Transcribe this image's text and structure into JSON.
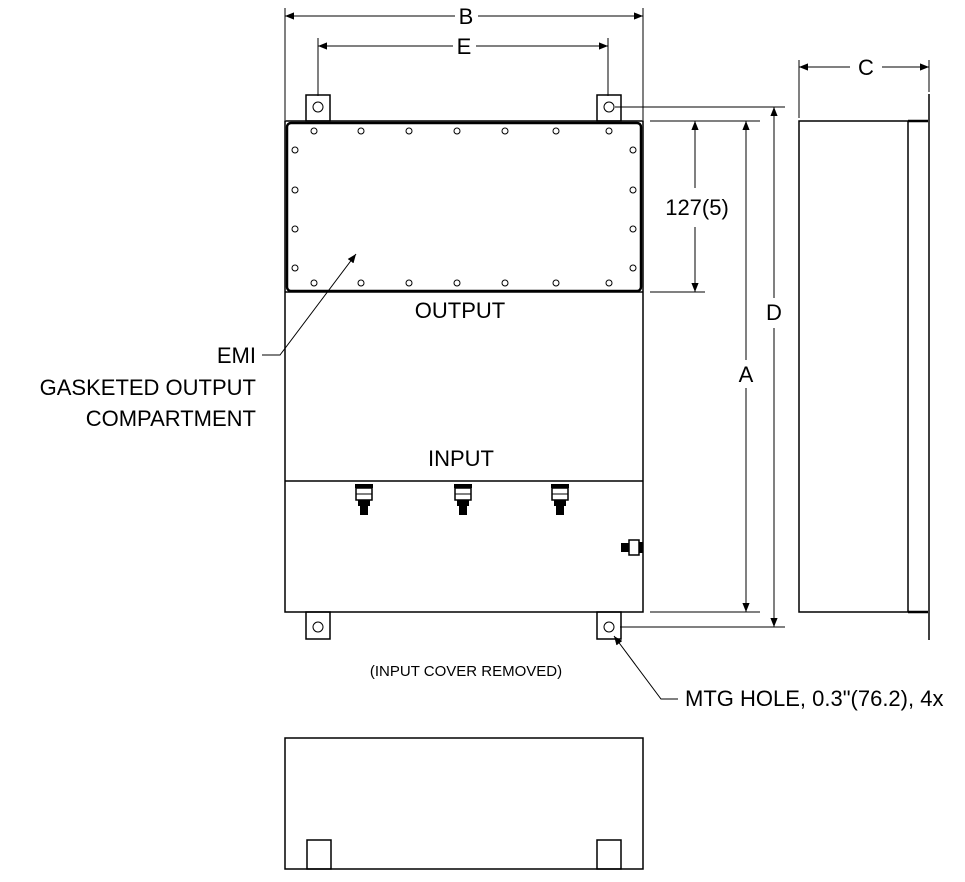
{
  "dimensions": {
    "b_label": "B",
    "e_label": "E",
    "c_label": "C",
    "d_label": "D",
    "a_label": "A",
    "compartment_height": "127(5)"
  },
  "labels": {
    "output": "OUTPUT",
    "input": "INPUT",
    "emi_line1": "EMI",
    "emi_line2": "GASKETED OUTPUT",
    "emi_line3": "COMPARTMENT",
    "input_cover_note": "(INPUT COVER REMOVED)",
    "mtg_hole": "MTG HOLE, 0.3\"(76.2), 4x"
  }
}
